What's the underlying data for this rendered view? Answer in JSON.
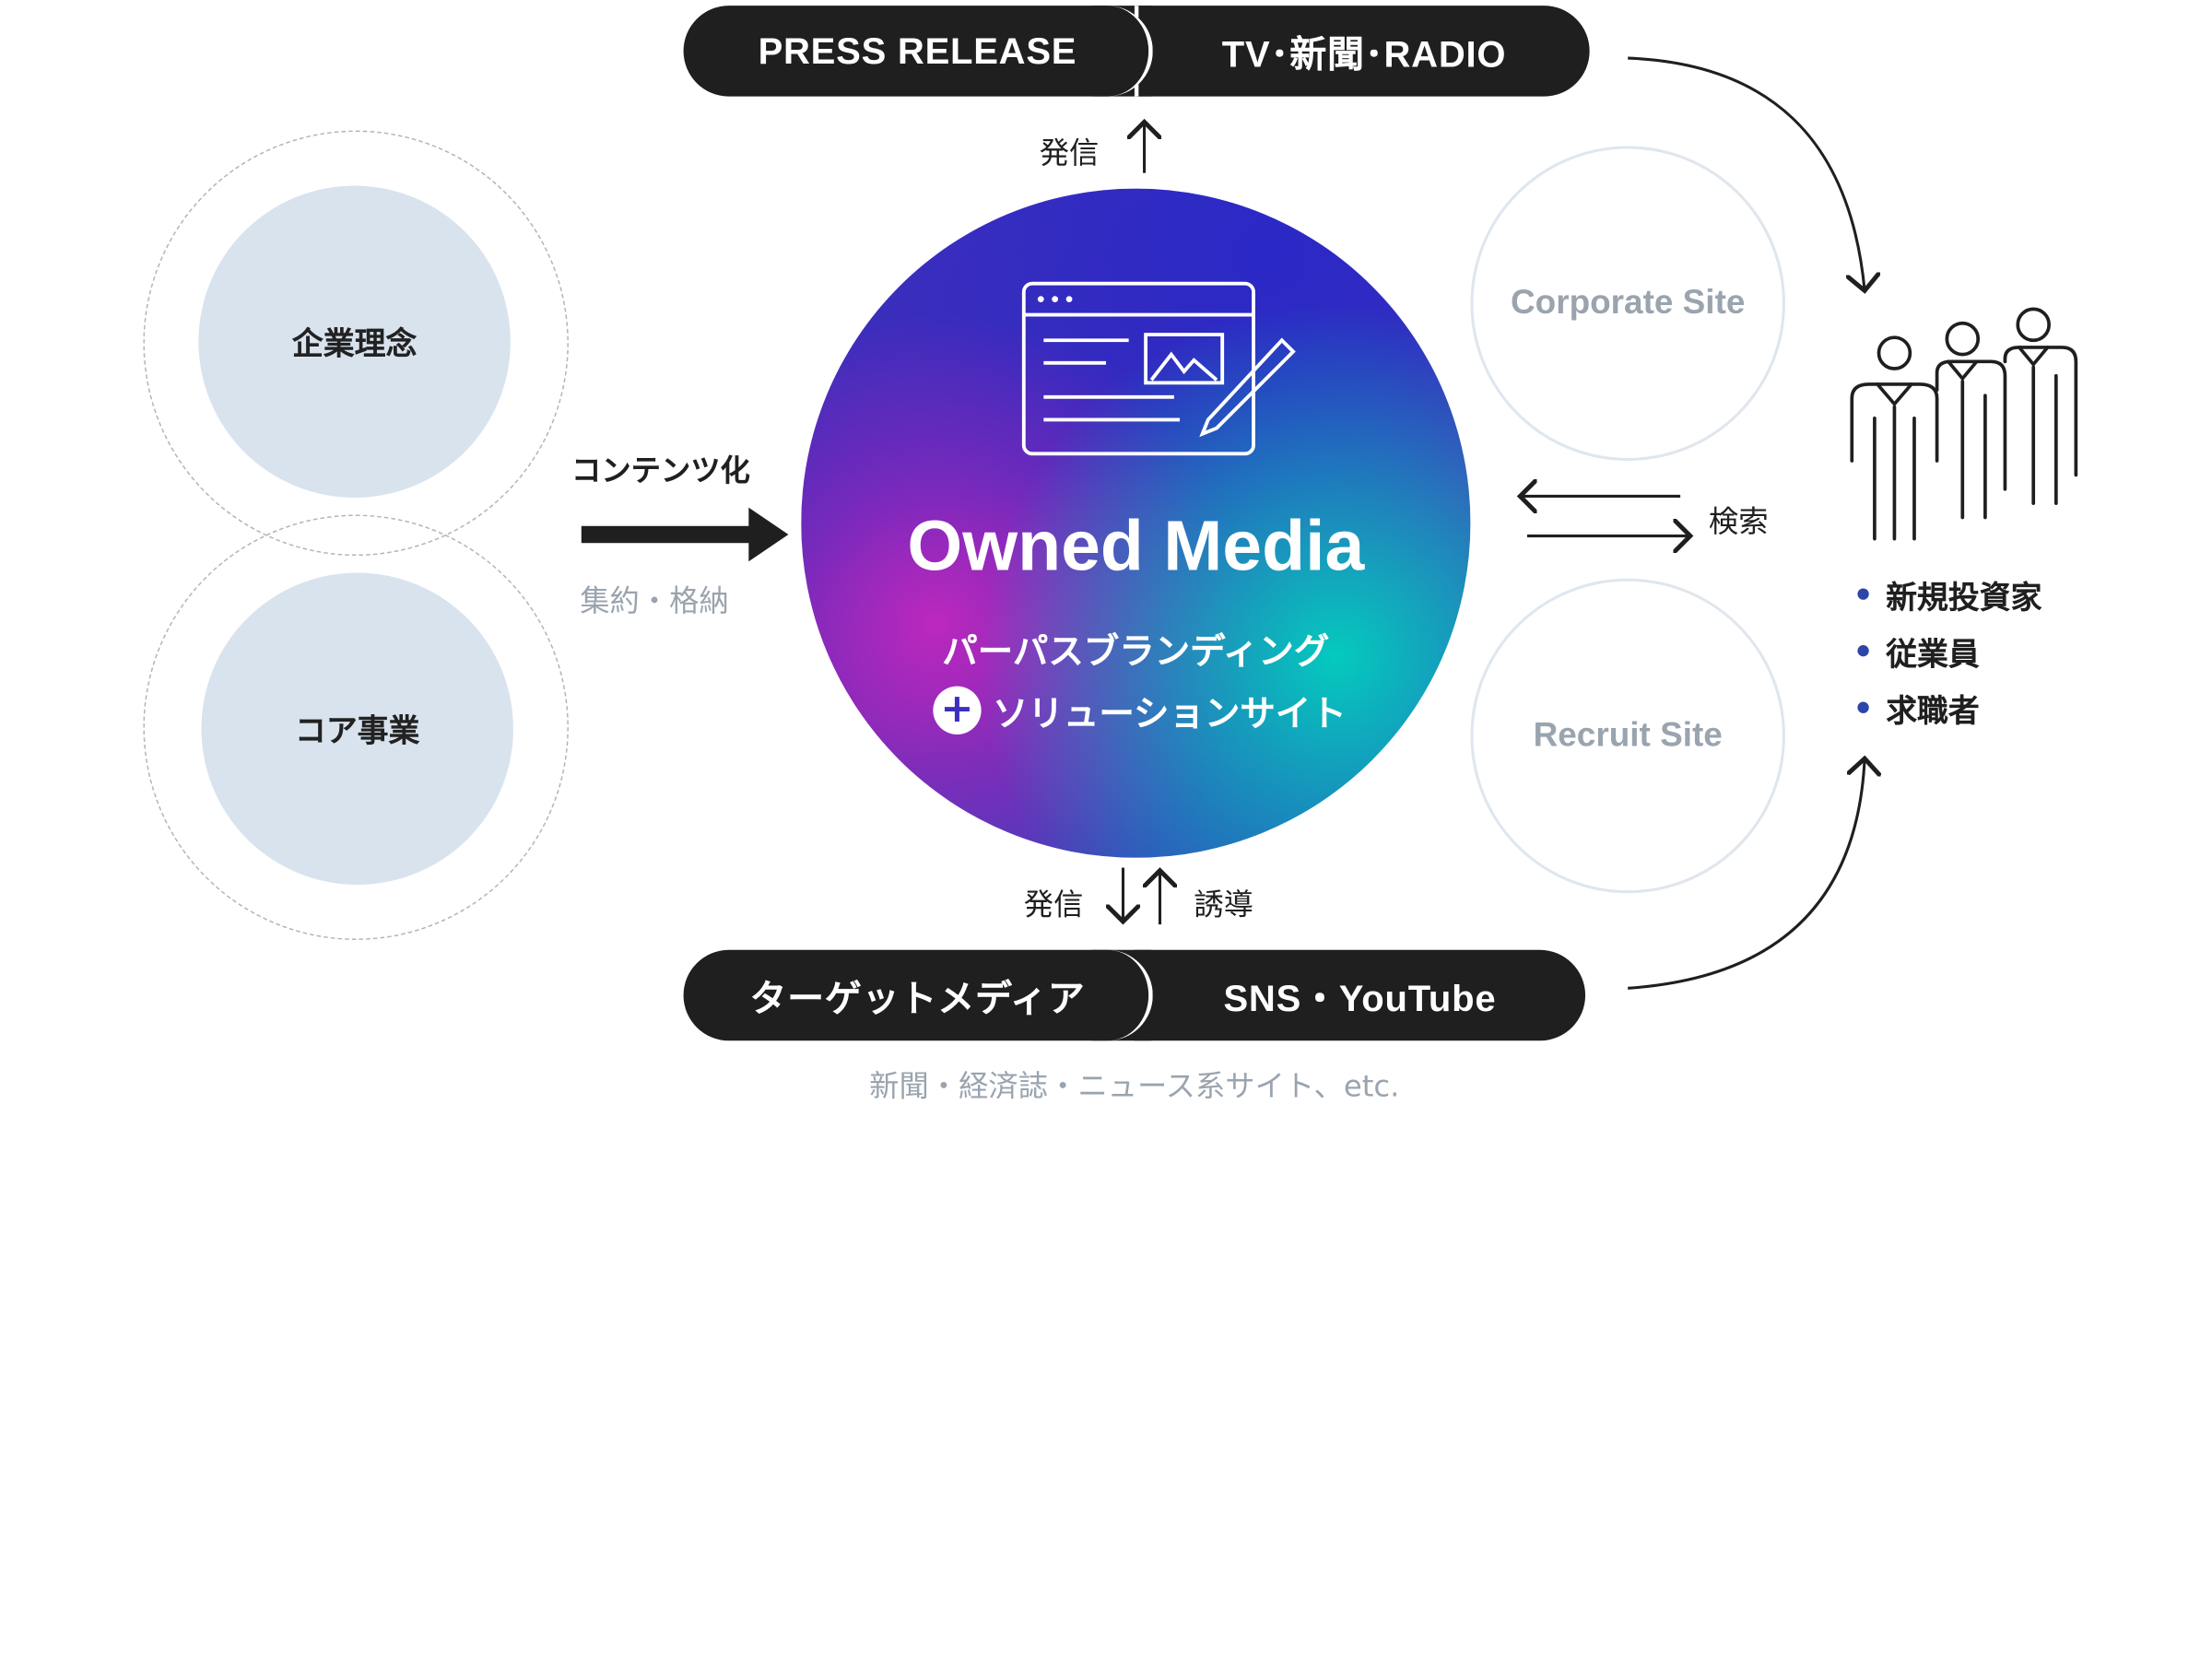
{
  "top_pill": {
    "left": "PRESS RELEASE",
    "right": "TV･新聞･RADIO"
  },
  "bottom_pill": {
    "left": "ターゲットメディア",
    "right": "SNS・YouTube"
  },
  "bottom_caption": "新聞・経済誌・ニュース系サイト、etc.",
  "top_arrow_label": "発信",
  "bottom_arrow_labels": {
    "send": "発信",
    "lead": "誘導"
  },
  "left_circles": {
    "upper": "企業理念",
    "lower": "コア事業"
  },
  "content_arrow": {
    "label": "コンテンツ化",
    "sub": "集約・格納"
  },
  "center": {
    "title": "Owned Media",
    "line1": "パーパスブランディング",
    "plus": "+",
    "line2": "ソリューションサイト"
  },
  "right_circles": {
    "upper": "Corporate Site",
    "lower": "Recruit Site"
  },
  "search_label": "検索",
  "audience": [
    "新規投資家",
    "従業員",
    "求職者"
  ],
  "colors": {
    "pill": "#1f1f1f",
    "bullet": "#2d45a8",
    "light_circle": "#d9e3ee",
    "muted_text": "#9aa4af"
  }
}
